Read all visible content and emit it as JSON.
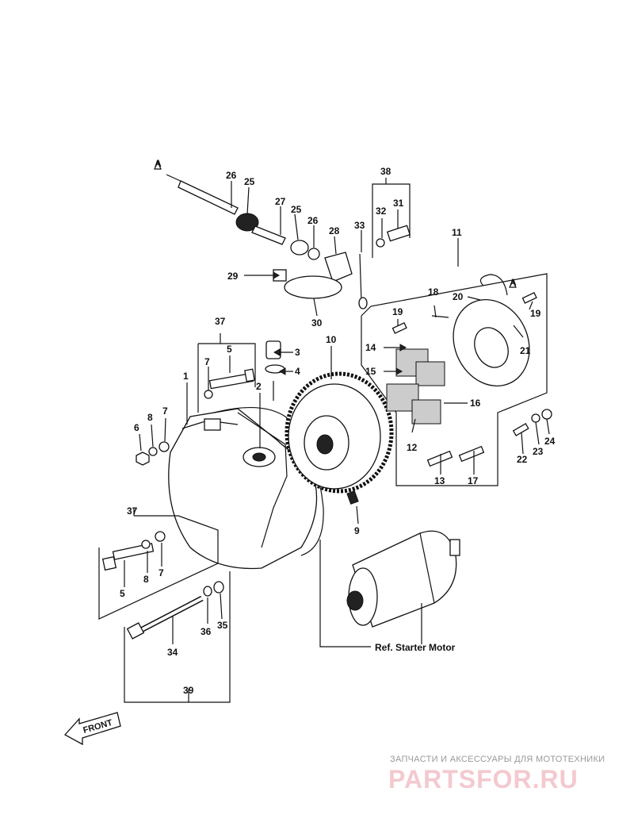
{
  "callouts": {
    "a_top": "A",
    "a_right": "A",
    "n1": "1",
    "n2": "2",
    "n3": "3",
    "n4": "4",
    "n5a": "5",
    "n5b": "5",
    "n6": "6",
    "n7a": "7",
    "n7b": "7",
    "n7c": "7",
    "n8a": "8",
    "n8b": "8",
    "n9": "9",
    "n10": "10",
    "n11": "11",
    "n12": "12",
    "n13": "13",
    "n14": "14",
    "n15": "15",
    "n16": "16",
    "n17": "17",
    "n18": "18",
    "n19a": "19",
    "n19b": "19",
    "n20": "20",
    "n21": "21",
    "n22": "22",
    "n23": "23",
    "n24": "24",
    "n25a": "25",
    "n25b": "25",
    "n26a": "26",
    "n26b": "26",
    "n27": "27",
    "n28": "28",
    "n29": "29",
    "n30": "30",
    "n31": "31",
    "n32": "32",
    "n33": "33",
    "n34": "34",
    "n35": "35",
    "n36": "36",
    "n37a": "37",
    "n37b": "37",
    "n38": "38",
    "n39": "39"
  },
  "ref_note": "Ref. Starter Motor",
  "front_arrow": "FRONT",
  "watermark": {
    "tagline": "ЗАПЧАСТИ И АКСЕССУАРЫ ДЛЯ МОТОТЕХНИКИ",
    "logo": "PARTSFOR.RU"
  }
}
